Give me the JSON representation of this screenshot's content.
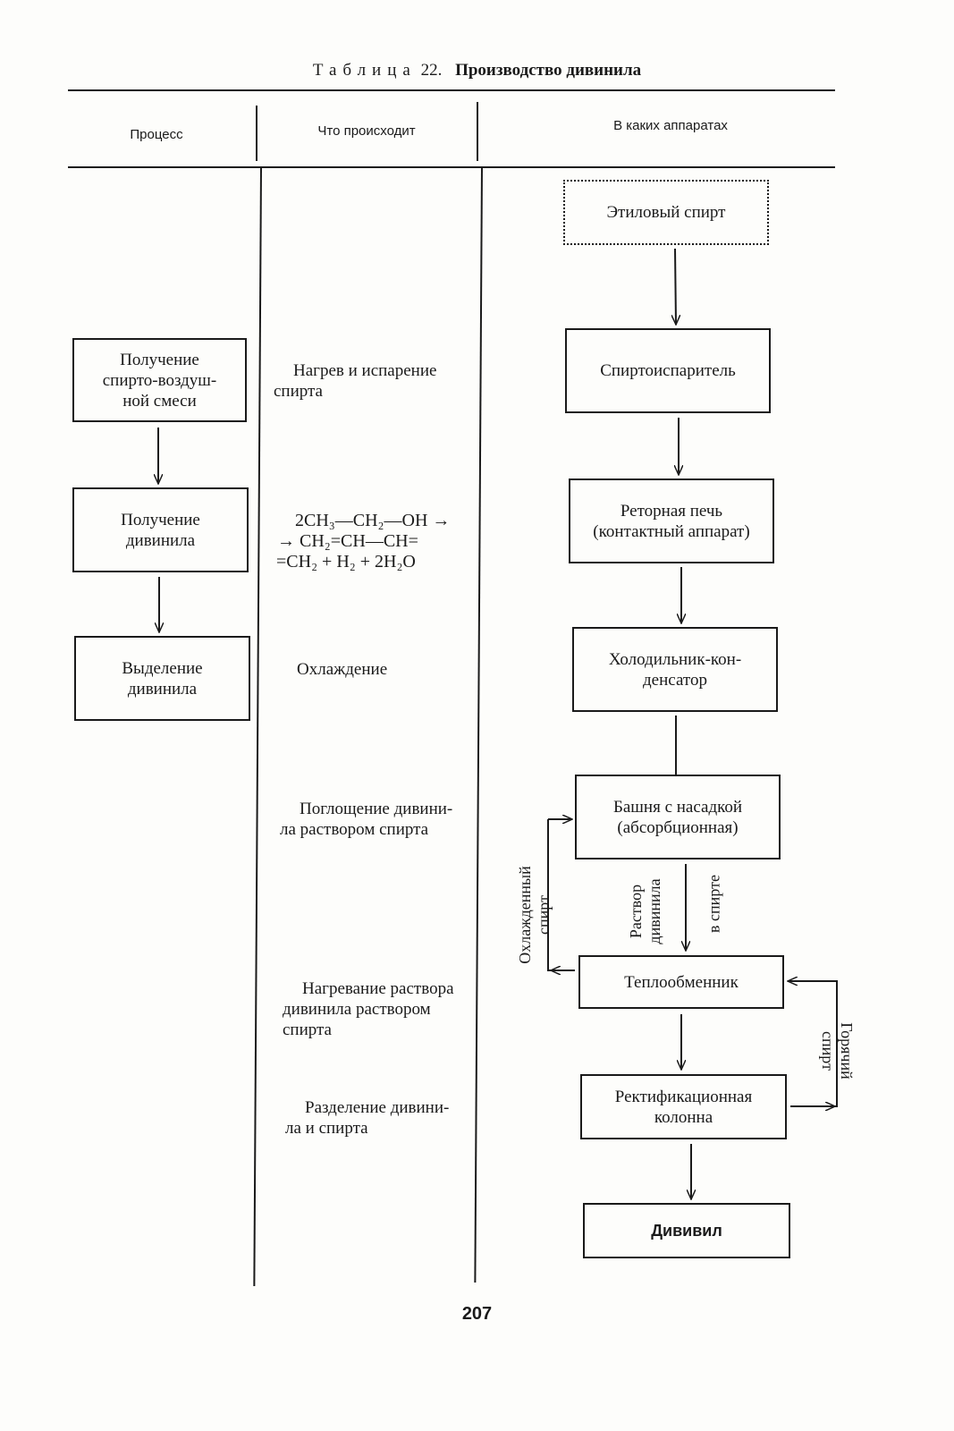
{
  "table": {
    "caption_spaced": "Таблица",
    "caption_number": "22.",
    "caption_title": "Производство дивинила"
  },
  "headers": {
    "process": "Процесс",
    "what_happens": "Что происходит",
    "apparatus": "В каких аппаратах"
  },
  "process": [
    "Получение\nспирто-воздуш-\nной смеси",
    "Получение\nдивинила",
    "Выделение\nдивинила"
  ],
  "what_happens": {
    "heating": "Нагрев и испарение\nспирта",
    "formula": [
      "2CH₃—CH₂—OH →",
      "→ CH₂=CH—CH=",
      "=CH₂ + H₂ + 2H₂O"
    ],
    "cooling": "Охлаждение",
    "absorption": "Поглощение дивини-\nла раствором спирта",
    "heating_solution": "Нагревание раствора\nдивинила раствором\nспирта",
    "separation": "Разделение дивини-\nла и спирта"
  },
  "apparatus": {
    "ethyl_alcohol": "Этиловый спирт",
    "evaporator": "Спиртоиспаритель",
    "retort": "Реторная печь\n(контактный аппарат)",
    "condenser": "Холодильник-кон-\nденсатор",
    "tower": "Башня с насадкой\n(абсорбционная)",
    "heat_exchanger": "Теплообменник",
    "rectification": "Ректификационная\nколонна",
    "divinyl": "Дививил"
  },
  "flow_labels": {
    "cooled_alcohol": "Охлажденный\nспирт",
    "solution": "Раствор\nдивинила",
    "in_alcohol": "в спирте",
    "hot_alcohol": "Горячий\nспирт"
  },
  "page_number": "207"
}
